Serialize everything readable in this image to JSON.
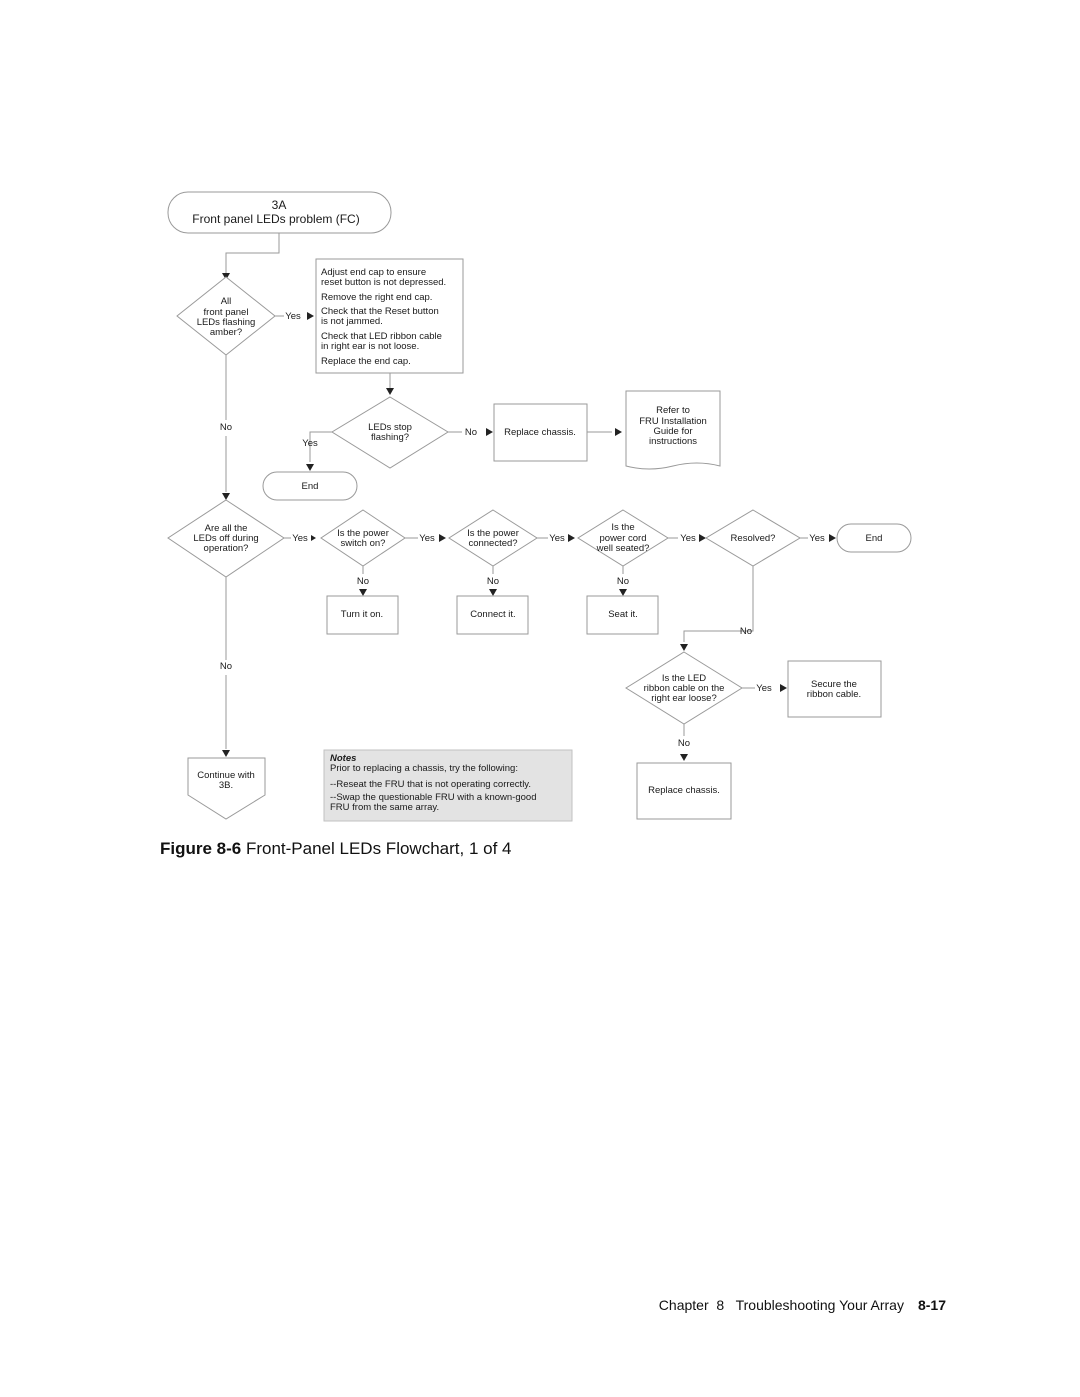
{
  "flowchart": {
    "start": {
      "line1": "3A",
      "line2": "Front panel  LEDs problem (FC)"
    },
    "q_flashing": [
      "All",
      "front panel",
      "LEDs flashing",
      "amber?"
    ],
    "action_endcap": [
      "Adjust end cap to ensure",
      "reset button is not depressed.",
      "Remove the right end cap.",
      "Check that the Reset button",
      "is not jammed.",
      "Check that LED ribbon cable",
      "in right ear is not  loose.",
      "Replace the end cap."
    ],
    "q_stop": [
      "LEDs stop",
      "flashing?"
    ],
    "replace_chassis_1": "Replace chassis.",
    "refer_doc": [
      "Refer to",
      "FRU Installation",
      "Guide for",
      "instructions"
    ],
    "end_1": "End",
    "q_off": [
      "Are all the",
      "LEDs off during",
      "operation?"
    ],
    "q_switch": [
      "Is the power",
      "switch  on?"
    ],
    "q_connected": [
      "Is the power",
      "connected?"
    ],
    "q_cord": [
      "Is the",
      "power cord",
      "well seated?"
    ],
    "q_resolved": "Resolved?",
    "end_2": "End",
    "turn_on": "Turn it on.",
    "connect_it": "Connect it.",
    "seat_it": "Seat it.",
    "q_ribbon": [
      "Is the LED",
      "ribbon cable on the",
      "right ear loose?"
    ],
    "secure_ribbon": [
      "Secure the",
      "ribbon cable."
    ],
    "replace_chassis_2": "Replace chassis.",
    "continue": [
      "Continue with",
      "3B."
    ],
    "labels": {
      "yes_flashing": "Yes",
      "no_flashing": "No",
      "yes_stop": "Yes",
      "no_stop": "No",
      "yes_off": "Yes",
      "no_off": "No",
      "yes_switch": "Yes",
      "no_switch": "No",
      "yes_connected": "Yes",
      "no_connected": "No",
      "yes_cord": "Yes",
      "no_cord": "No",
      "yes_resolved": "Yes",
      "no_resolved": "No",
      "yes_ribbon": "Yes",
      "no_ribbon": "No"
    },
    "notes": {
      "title": "Notes",
      "lines": [
        "Prior to replacing a chassis, try the following:",
        "--Reseat the FRU that is not operating correctly.",
        "--Swap the questionable FRU with a known-good",
        "FRU from the same array."
      ]
    }
  },
  "caption": {
    "label": "Figure 8-6",
    "text": " Front-Panel LEDs Flowchart, 1 of 4"
  },
  "footer": {
    "chapter": "Chapter  8   Troubleshooting Your Array",
    "page": "8-17"
  }
}
